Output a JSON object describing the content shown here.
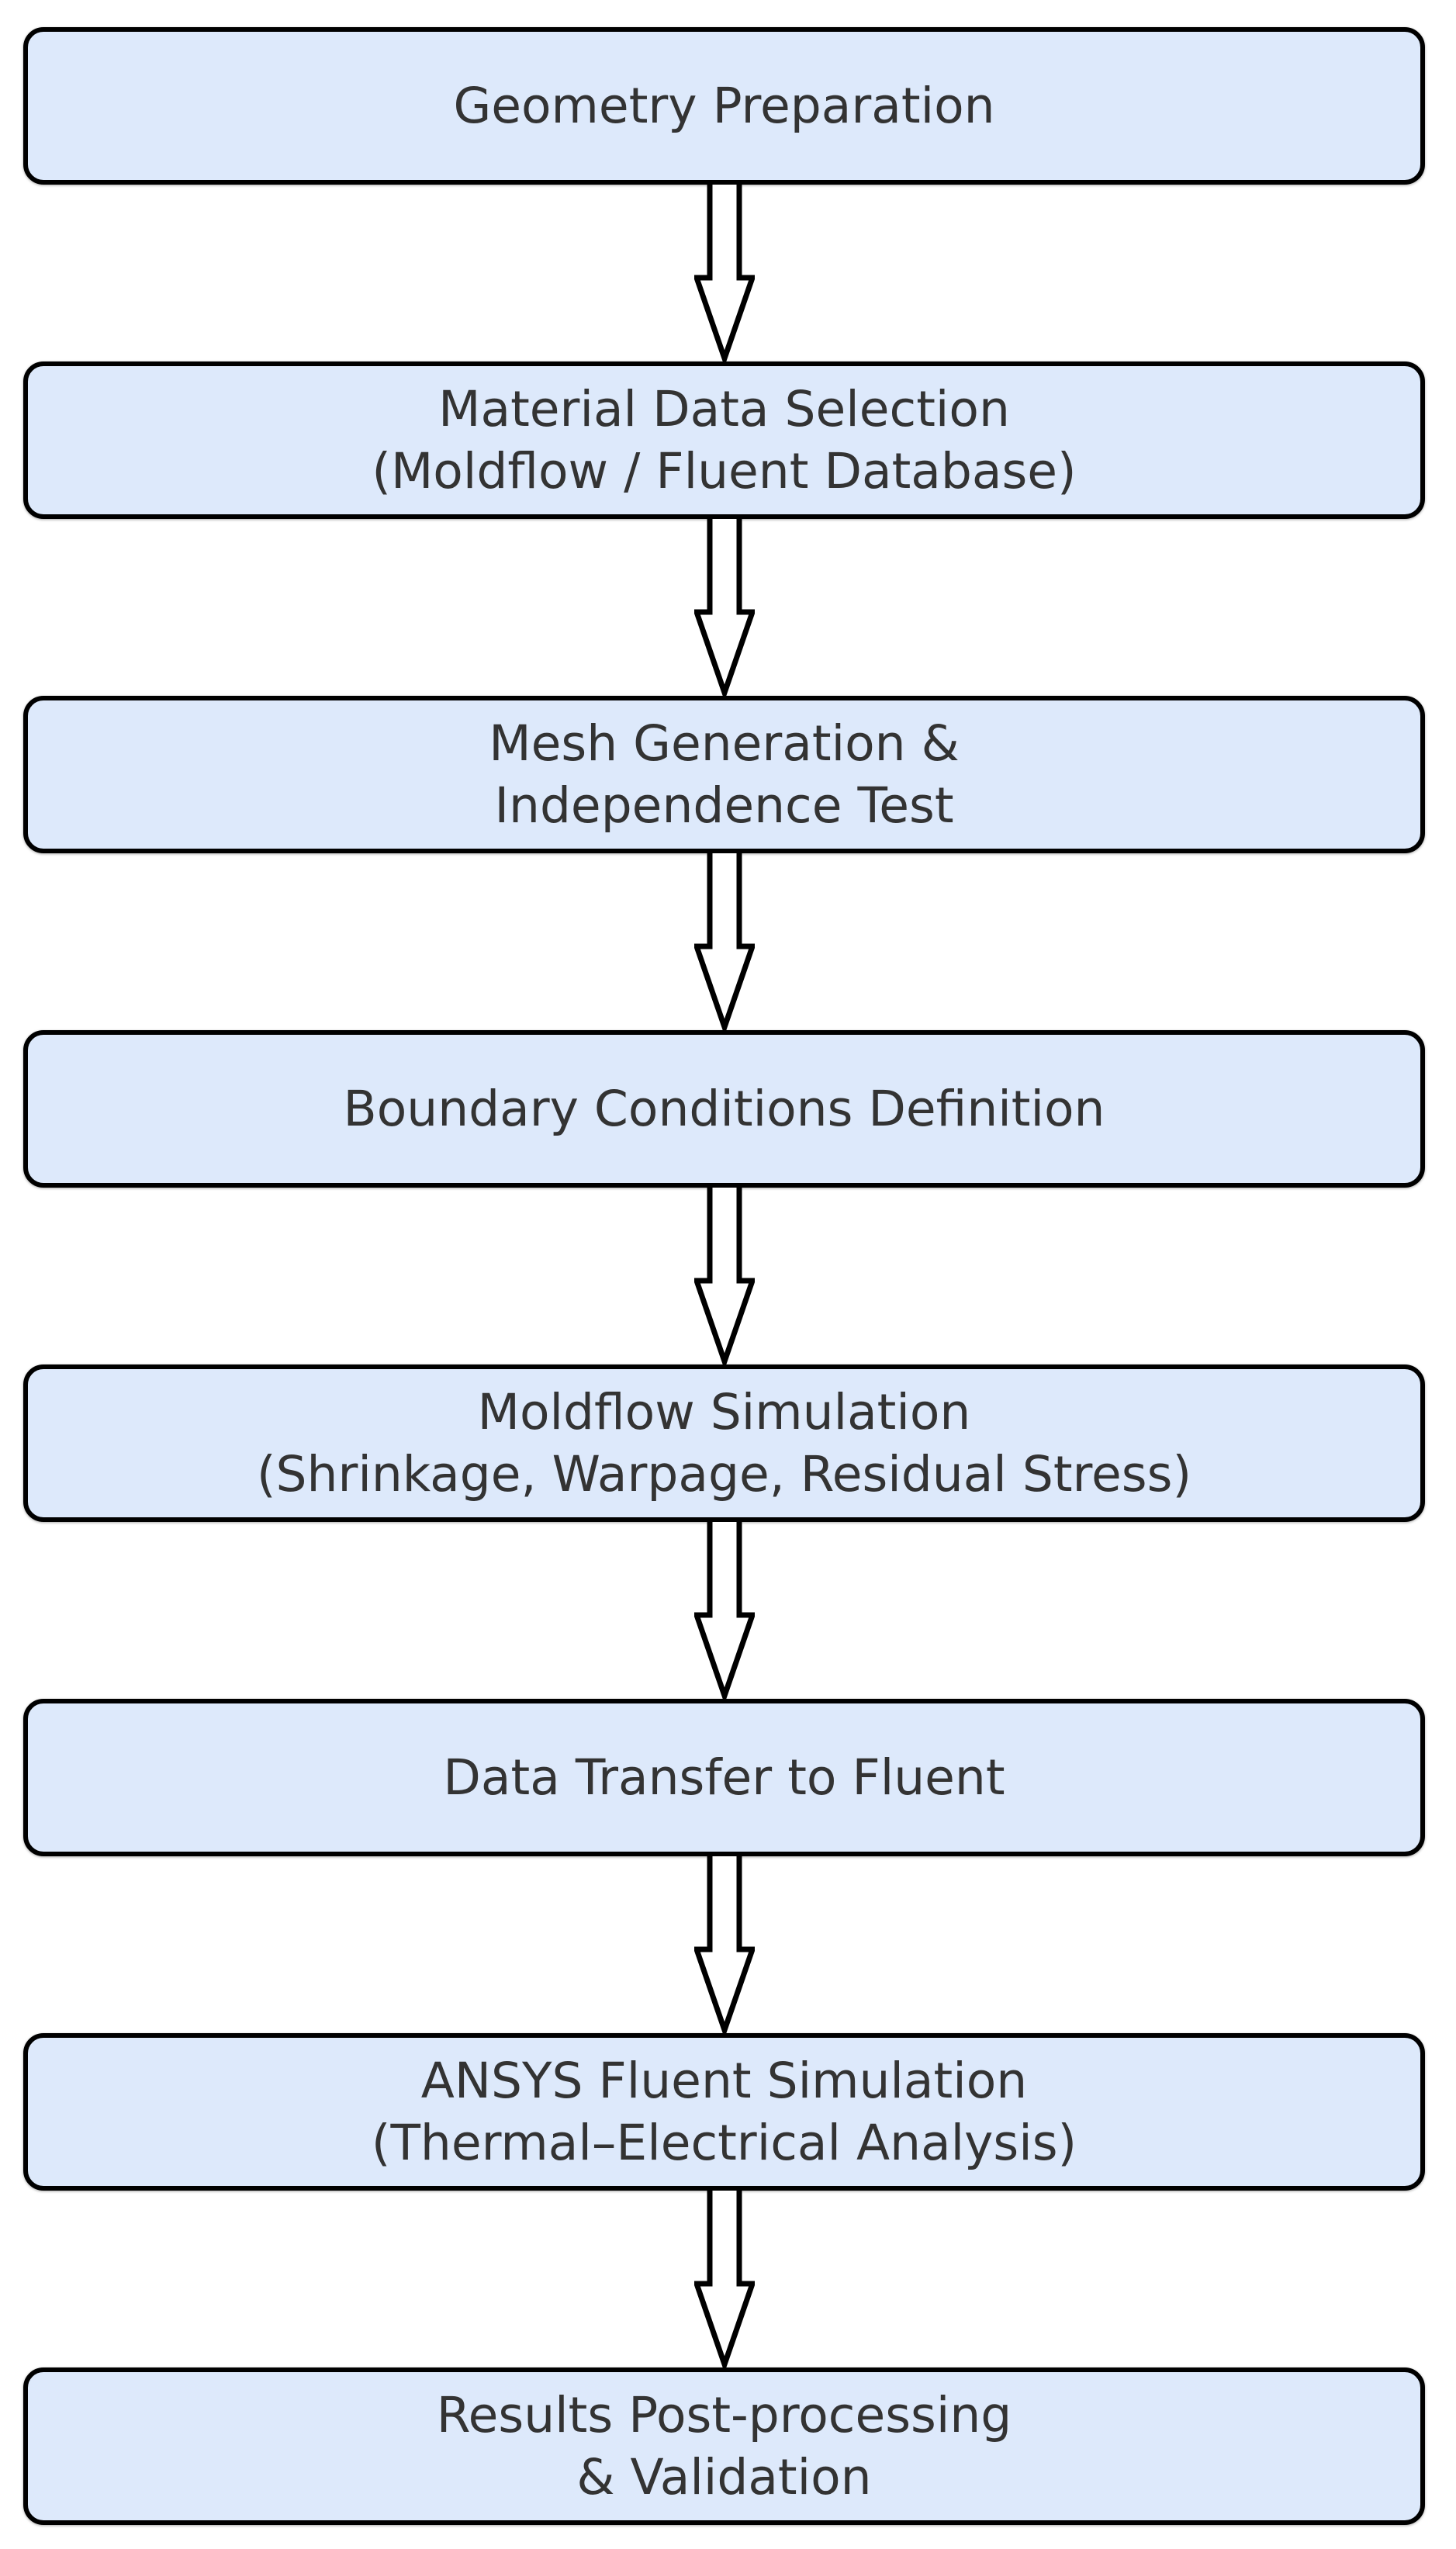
{
  "flowchart": {
    "steps": [
      {
        "text": "Geometry Preparation"
      },
      {
        "text": "Material Data Selection\n(Moldflow / Fluent Database)"
      },
      {
        "text": "Mesh Generation &\nIndependence Test"
      },
      {
        "text": "Boundary Conditions Definition"
      },
      {
        "text": "Moldflow Simulation\n(Shrinkage, Warpage, Residual Stress)"
      },
      {
        "text": "Data Transfer to Fluent"
      },
      {
        "text": "ANSYS Fluent Simulation\n(Thermal–Electrical Analysis)"
      },
      {
        "text": "Results Post-processing\n& Validation"
      }
    ],
    "colors": {
      "box_fill": "#dde9fb",
      "box_border": "#000000",
      "text": "#333333",
      "arrow_fill": "#ffffff",
      "arrow_stroke": "#000000",
      "background": "#ffffff"
    }
  }
}
